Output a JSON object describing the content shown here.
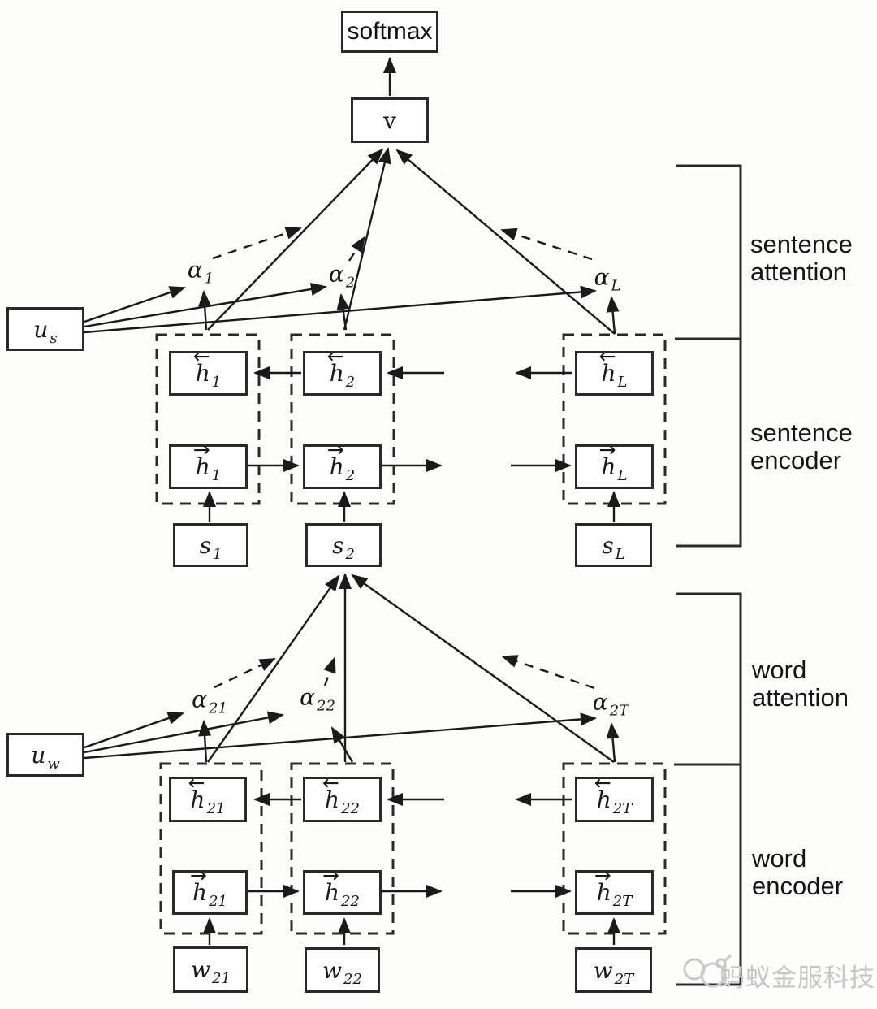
{
  "out": {
    "softmax": "softmax",
    "v": "v"
  },
  "ctx": {
    "us": {
      "base": "u",
      "sub": "s"
    },
    "uw": {
      "base": "u",
      "sub": "w"
    }
  },
  "sent": {
    "alphas": [
      {
        "base": "α",
        "sub": "1"
      },
      {
        "base": "α",
        "sub": "2"
      },
      {
        "base": "α",
        "sub": "L"
      }
    ],
    "cols": [
      {
        "bwd": {
          "dir": "←",
          "base": "h",
          "sub": "1"
        },
        "fwd": {
          "dir": "→",
          "base": "h",
          "sub": "1"
        },
        "in": {
          "base": "s",
          "sub": "1"
        }
      },
      {
        "bwd": {
          "dir": "←",
          "base": "h",
          "sub": "2"
        },
        "fwd": {
          "dir": "→",
          "base": "h",
          "sub": "2"
        },
        "in": {
          "base": "s",
          "sub": "2"
        }
      },
      {
        "bwd": {
          "dir": "←",
          "base": "h",
          "sub": "L"
        },
        "fwd": {
          "dir": "→",
          "base": "h",
          "sub": "L"
        },
        "in": {
          "base": "s",
          "sub": "L"
        }
      }
    ]
  },
  "word": {
    "alphas": [
      {
        "base": "α",
        "sub": "21"
      },
      {
        "base": "α",
        "sub": "22"
      },
      {
        "base": "α",
        "sub": "2T"
      }
    ],
    "cols": [
      {
        "bwd": {
          "dir": "←",
          "base": "h",
          "sub": "21"
        },
        "fwd": {
          "dir": "→",
          "base": "h",
          "sub": "21"
        },
        "in": {
          "base": "w",
          "sub": "21"
        }
      },
      {
        "bwd": {
          "dir": "←",
          "base": "h",
          "sub": "22"
        },
        "fwd": {
          "dir": "→",
          "base": "h",
          "sub": "22"
        },
        "in": {
          "base": "w",
          "sub": "22"
        }
      },
      {
        "bwd": {
          "dir": "←",
          "base": "h",
          "sub": "2T"
        },
        "fwd": {
          "dir": "→",
          "base": "h",
          "sub": "2T"
        },
        "in": {
          "base": "w",
          "sub": "2T"
        }
      }
    ]
  },
  "labels": {
    "sent_att": [
      "sentence",
      "attention"
    ],
    "sent_enc": [
      "sentence",
      "encoder"
    ],
    "word_att": [
      "word",
      "attention"
    ],
    "word_enc": [
      "word",
      "encoder"
    ]
  },
  "watermark": {
    "text": "蚂蚁金服科技"
  }
}
